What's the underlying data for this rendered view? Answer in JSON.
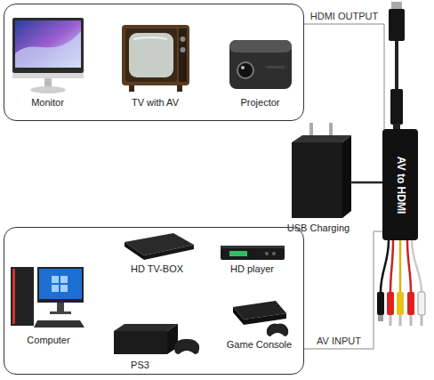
{
  "diagram": {
    "nodes": [
      {
        "text": []
      },
      {
        "text": [
          "Monitor"
        ],
        "in": 0
      },
      {
        "text": [
          "TV with AV"
        ],
        "in": 0
      },
      {
        "text": [
          "Projector"
        ],
        "in": 0
      },
      {
        "text": [
          "AV to HDMI"
        ]
      },
      {
        "text": [
          "USB Charging"
        ]
      },
      {
        "text": []
      },
      {
        "text": [
          "HD TV-BOX"
        ],
        "in": 6
      },
      {
        "text": [
          "HD player"
        ],
        "in": 6
      },
      {
        "text": [
          "Computer"
        ],
        "in": 6
      },
      {
        "text": [
          "PS3"
        ],
        "in": 6
      },
      {
        "text": [
          "Game Console"
        ],
        "in": 6
      }
    ],
    "edges": [
      {
        "from": 4,
        "to": 0,
        "arrow": "none",
        "label": "HDMI OUTPUT"
      },
      {
        "from": 5,
        "to": 4,
        "arrow": "none"
      },
      {
        "from": 6,
        "to": 4,
        "arrow": "none",
        "label": "AV INPUT"
      }
    ]
  }
}
